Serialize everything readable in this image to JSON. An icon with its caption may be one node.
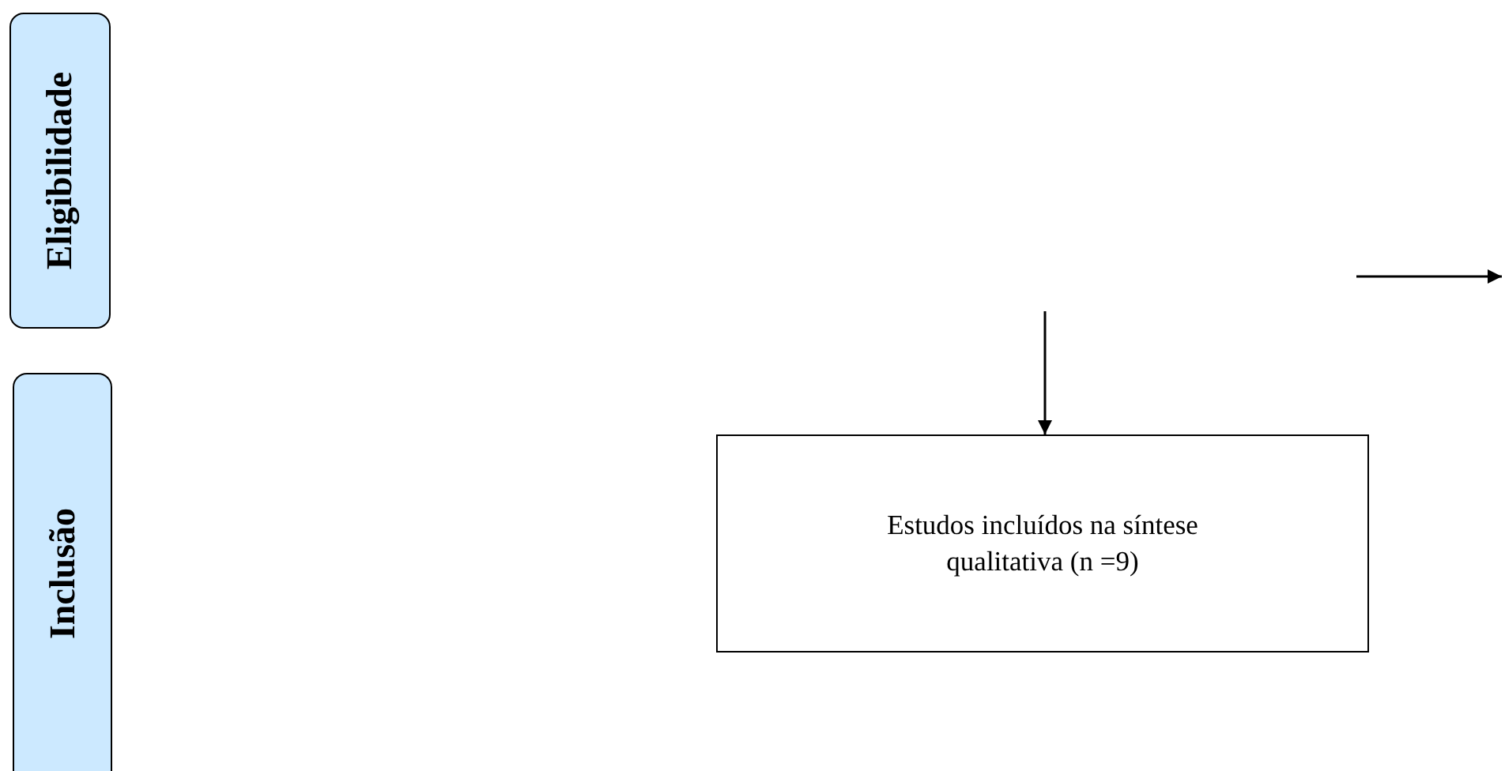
{
  "diagram": {
    "nodes": [
      {
        "text": [
          "Eligibilidade"
        ]
      },
      {
        "text": [
          "Inclusão"
        ]
      },
      {
        "text": [
          "Estudos incluídos na síntese qualitativa (n =9)"
        ]
      }
    ],
    "edges": [
      {
        "from": null,
        "to": 2,
        "arrow": "to"
      }
    ]
  }
}
